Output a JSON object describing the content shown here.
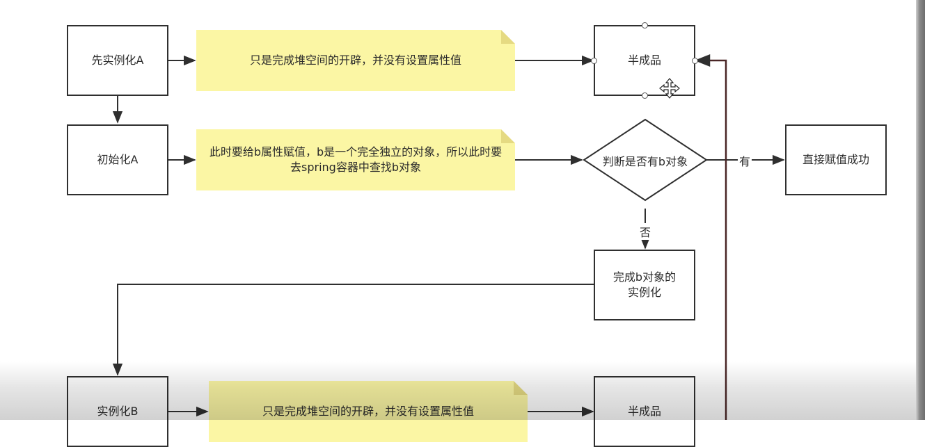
{
  "nodes": {
    "instantiate_a": "先实例化A",
    "init_a": "初始化A",
    "half_product_top": "半成品",
    "decision": "判断是否有b对象",
    "assign_success": "直接赋值成功",
    "complete_b": "完成b对象的实例化",
    "instantiate_b": "实例化B",
    "half_product_bottom": "半成品"
  },
  "notes": {
    "heap_only_top": "只是完成堆空间的开辟，并没有设置属性值",
    "assign_b": "此时要给b属性赋值，b是一个完全独立的对象，所以此时要去spring容器中查找b对象",
    "heap_only_bottom": "只是完成堆空间的开辟，并没有设置属性值"
  },
  "edge_labels": {
    "yes": "有",
    "no": "否"
  },
  "colors": {
    "note_fill": "#fbf6a4",
    "stroke": "#2f2f2f",
    "return_line": "#5a2a2a"
  }
}
